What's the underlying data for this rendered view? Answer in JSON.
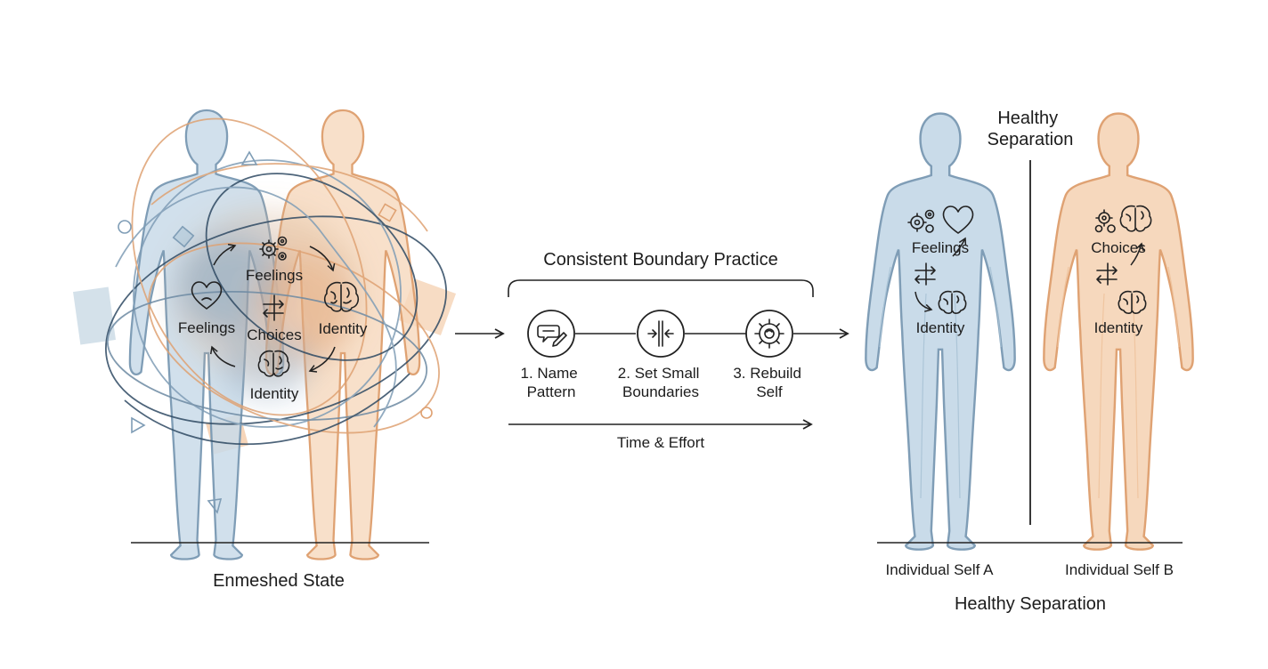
{
  "left": {
    "caption": "Enmeshed State",
    "labels": {
      "feelings_top": "Feelings",
      "feelings_left": "Feelings",
      "choices": "Choices",
      "identity_right": "Identity",
      "identity_bottom": "Identity"
    }
  },
  "middle": {
    "title": "Consistent Boundary Practice",
    "steps": [
      {
        "lines": [
          "1. Name",
          "Pattern"
        ],
        "icon": "speech-bubble-pencil-icon"
      },
      {
        "lines": [
          "2. Set Small",
          "Boundaries"
        ],
        "icon": "boundary-arrows-icon"
      },
      {
        "lines": [
          "3. Rebuild",
          "Self"
        ],
        "icon": "gear-icon"
      }
    ],
    "time_label": "Time & Effort"
  },
  "right": {
    "top_title": [
      "Healthy",
      "Separation"
    ],
    "person_a": {
      "caption": "Individual Self A",
      "labels": [
        "Feelings",
        "Identity"
      ]
    },
    "person_b": {
      "caption": "Individual Self B",
      "labels": [
        "Choices",
        "Identity"
      ]
    },
    "caption": "Healthy Separation"
  },
  "colors": {
    "blue_fill": "#c9dbe9",
    "blue_stroke": "#7f9db6",
    "orange_fill": "#f6d8bd",
    "orange_stroke": "#dfa273",
    "ink": "#1c1c1c"
  }
}
